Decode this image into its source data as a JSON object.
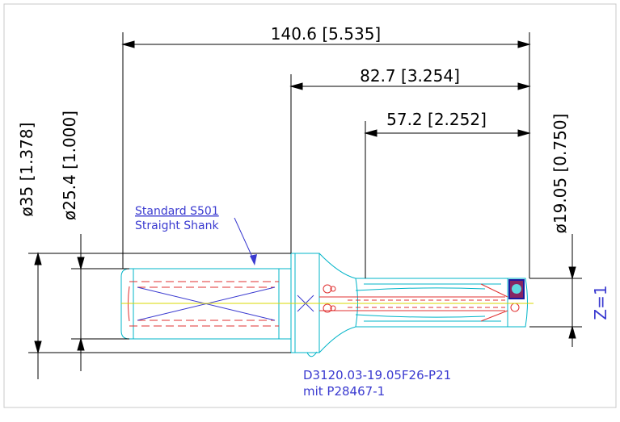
{
  "dimensions": {
    "overall_length": "140.6 [5.535]",
    "body_length": "82.7 [3.254]",
    "flute_length": "57.2 [2.252]",
    "flange_diameter": "ø35 [1.378]",
    "shank_diameter": "ø25.4 [1.000]",
    "cutting_diameter": "ø19.05 [0.750]",
    "flutes": "Z=1"
  },
  "annotations": {
    "shank_line1": "Standard S501",
    "shank_line2": "Straight Shank"
  },
  "part_number": {
    "line1": "D3120.03-19.05F26-P21",
    "line2": "mit P28467-1"
  },
  "colors": {
    "dimension": "#000000",
    "outline": "#00b4c8",
    "hidden": "#e03030",
    "label": "#3a3ad0",
    "insert": "#1a1aa0",
    "axis": "#d8d800",
    "border": "#c8c8c8"
  }
}
